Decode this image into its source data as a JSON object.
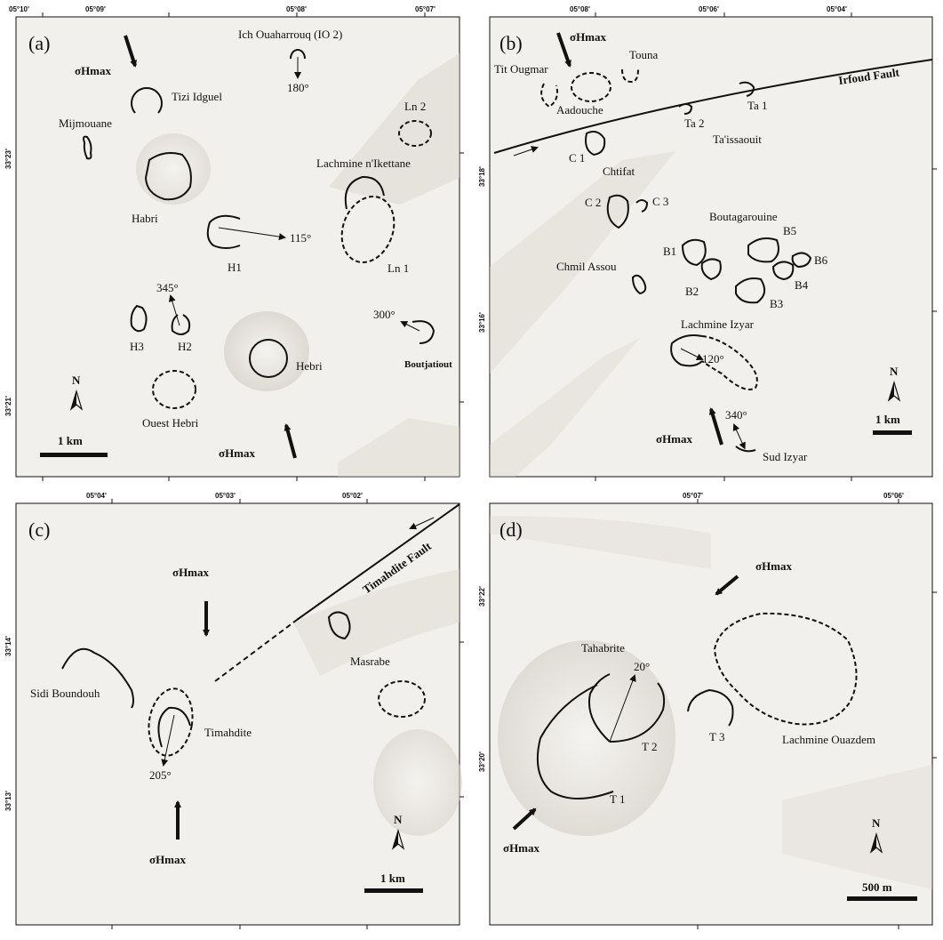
{
  "panels": {
    "a": {
      "label": "(a)",
      "top_ticks": [
        "05°10'",
        "05°09'",
        "05°08'",
        "05°07'"
      ],
      "left_ticks": [
        "33°23'",
        "33°21'"
      ],
      "names": {
        "ich": "Ich Ouaharrouq (IO 2)",
        "tizi": "Tizi Idguel",
        "mij": "Mijmouane",
        "habri": "Habri",
        "lachmine": "Lachmine n'Ikettane",
        "ln1": "Ln 1",
        "ln2": "Ln 2",
        "h1": "H1",
        "h2": "H2",
        "h3": "H3",
        "hebri": "Hebri",
        "ouest": "Ouest Hebri",
        "bout": "Boutjatiout"
      },
      "angles": {
        "ich": "180°",
        "h1": "115°",
        "h2": "345°",
        "bout": "300°"
      },
      "stress": [
        "σHmax",
        "σHmax"
      ],
      "scale": "1 km",
      "north": "N"
    },
    "b": {
      "label": "(b)",
      "top_ticks": [
        "05°08'",
        "05°06'",
        "05°04'"
      ],
      "left_ticks": [
        "33°18'",
        "33°16'"
      ],
      "names": {
        "tit": "Tit Ougmar",
        "touna": "Touna",
        "aad": "Aadouche",
        "fault": "Irfoud Fault",
        "ta1": "Ta 1",
        "ta2": "Ta 2",
        "taiss": "Ta'issaouit",
        "c1": "C 1",
        "chtifat": "Chtifat",
        "c2": "C 2",
        "c3": "C 3",
        "bouta": "Boutagarouine",
        "b1": "B1",
        "b2": "B2",
        "b3": "B3",
        "b4": "B4",
        "b5": "B5",
        "b6": "B6",
        "chmil": "Chmil Assou",
        "izyar": "Lachmine Izyar",
        "sud": "Sud Izyar"
      },
      "angles": {
        "izyar": "120°",
        "sud": "340°"
      },
      "stress": [
        "σHmax",
        "σHmax"
      ],
      "scale": "1 km",
      "north": "N"
    },
    "c": {
      "label": "(c)",
      "top_ticks": [
        "05°04'",
        "05°03'",
        "05°02'"
      ],
      "left_ticks": [
        "33°14'",
        "33°13'"
      ],
      "names": {
        "fault": "Timahdite Fault",
        "sidi": "Sidi Boundouh",
        "tim": "Timahdite",
        "mas": "Masrabe"
      },
      "angles": {
        "tim": "205°"
      },
      "stress": [
        "σHmax",
        "σHmax"
      ],
      "scale": "1 km",
      "north": "N"
    },
    "d": {
      "label": "(d)",
      "top_ticks": [
        "05°07'",
        "05°06'"
      ],
      "left_ticks": [
        "33°22'",
        "33°20'"
      ],
      "names": {
        "tah": "Tahabrite",
        "t1": "T 1",
        "t2": "T 2",
        "t3": "T 3",
        "lach": "Lachmine Ouazdem"
      },
      "angles": {
        "tah": "20°"
      },
      "stress": [
        "σHmax",
        "σHmax"
      ],
      "scale": "500 m",
      "north": "N"
    }
  },
  "colors": {
    "background": "#f2f0ec",
    "relief": "#d9d6cf",
    "ink": "#111111"
  },
  "icons": {
    "north_arrow": "north-arrow-icon",
    "stress_arrow": "arrow-icon"
  }
}
